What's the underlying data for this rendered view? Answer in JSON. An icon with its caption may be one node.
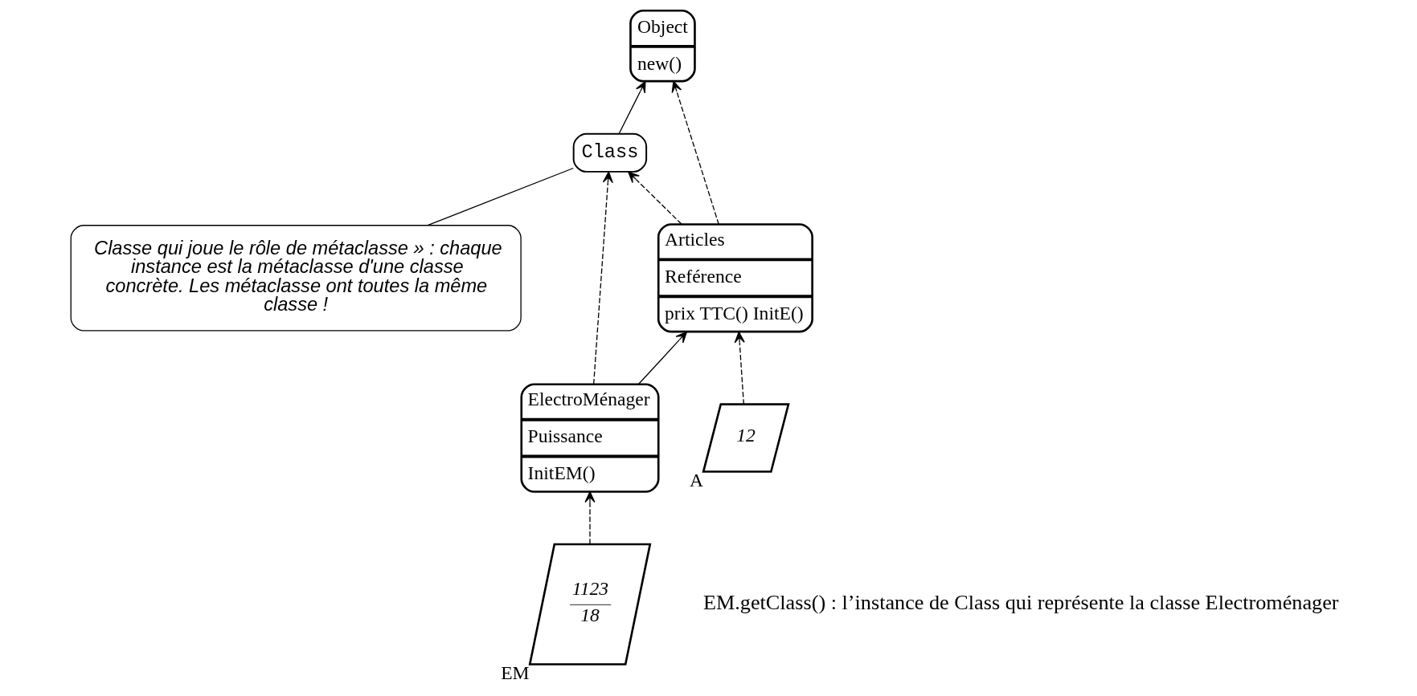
{
  "diagram": {
    "nodes": [
      {
        "text": [
          "Object",
          "new()"
        ]
      },
      {
        "text": [
          "Classe qui joue le rôle de métaclasse » : chaque instance est la métaclasse d'une classe concrète. Les métaclasse ont toutes la même classe !"
        ]
      },
      {
        "text": [
          "Articles",
          "Reférence",
          "prix TTC() InitE()"
        ]
      },
      {
        "text": [
          "12"
        ],
        "beside": [
          "A"
        ]
      },
      {
        "text": [
          "Class"
        ]
      },
      {
        "text": [
          "1123",
          "18"
        ],
        "beside": [
          "EM"
        ]
      },
      {
        "text": [
          "ElectroMénager",
          "Puissance",
          "InitEM()"
        ]
      }
    ],
    "edges": [
      {
        "from": 2,
        "to": 0,
        "arrow": "to",
        "style": "dashed"
      },
      {
        "from": 4,
        "to": 0,
        "arrow": "to"
      },
      {
        "from": 1,
        "to": 4,
        "arrow": "none"
      },
      {
        "from": 2,
        "to": 4,
        "arrow": "to",
        "style": "dashed"
      },
      {
        "from": 3,
        "to": 2,
        "arrow": "to",
        "style": "dashed"
      },
      {
        "from": 6,
        "to": 2,
        "arrow": "to"
      },
      {
        "from": 6,
        "to": 4,
        "arrow": "to",
        "style": "dashed"
      },
      {
        "from": 5,
        "to": 6,
        "arrow": "to",
        "style": "dashed"
      }
    ],
    "labels": [
      "EM.getClass() : l’instance de Class qui représente la classe Electroménager"
    ]
  }
}
